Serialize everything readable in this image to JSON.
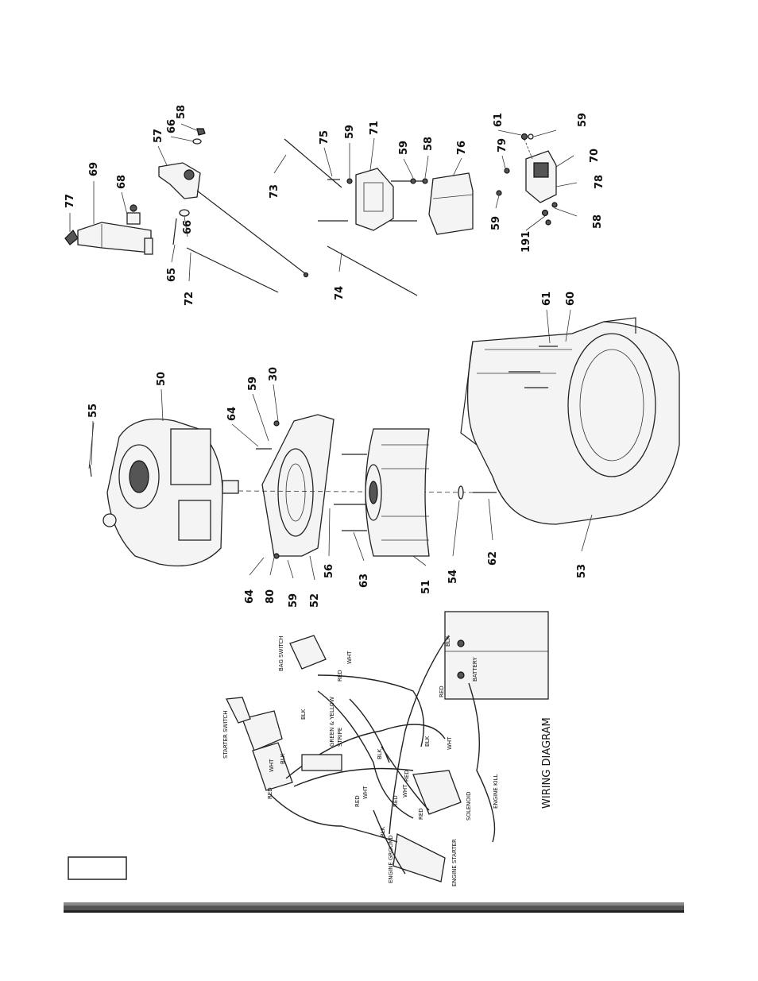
{
  "part_numbers": {
    "p77": "77",
    "p69": "69",
    "p68": "68",
    "p57": "57",
    "p66a": "66",
    "p58a": "58",
    "p66b": "66",
    "p65": "65",
    "p72": "72",
    "p73": "73",
    "p75": "75",
    "p59a": "59",
    "p71": "71",
    "p59b": "59",
    "p58b": "58",
    "p76": "76",
    "p74": "74",
    "p61a": "61",
    "p59c": "59",
    "p79": "79",
    "p70": "70",
    "p78": "78",
    "p59d": "59",
    "p191": "191",
    "p58c": "58",
    "p55": "55",
    "p50": "50",
    "p64a": "64",
    "p59e": "59",
    "p30": "30",
    "p61b": "61",
    "p60": "60",
    "p64b": "64",
    "p80": "80",
    "p59f": "59",
    "p52": "52",
    "p56": "56",
    "p63": "63",
    "p51": "51",
    "p54": "54",
    "p62": "62",
    "p53": "53"
  },
  "wiring": {
    "title": "WIRING DIAGRAM",
    "starter_switch": "STARTER SWITCH",
    "bag_switch": "BAG SWITCH",
    "battery": "BATTERY",
    "solenoid": "SOLENOID",
    "engine_kill": "ENGINE KILL",
    "engine_ground": "ENGINE GROUND",
    "engine_starter": "ENGINE STARTER",
    "green_yellow": "GREEN & YELLOW",
    "stripe": "STRIPE",
    "blk": "BLK",
    "wht": "WHT",
    "red": "RED"
  }
}
